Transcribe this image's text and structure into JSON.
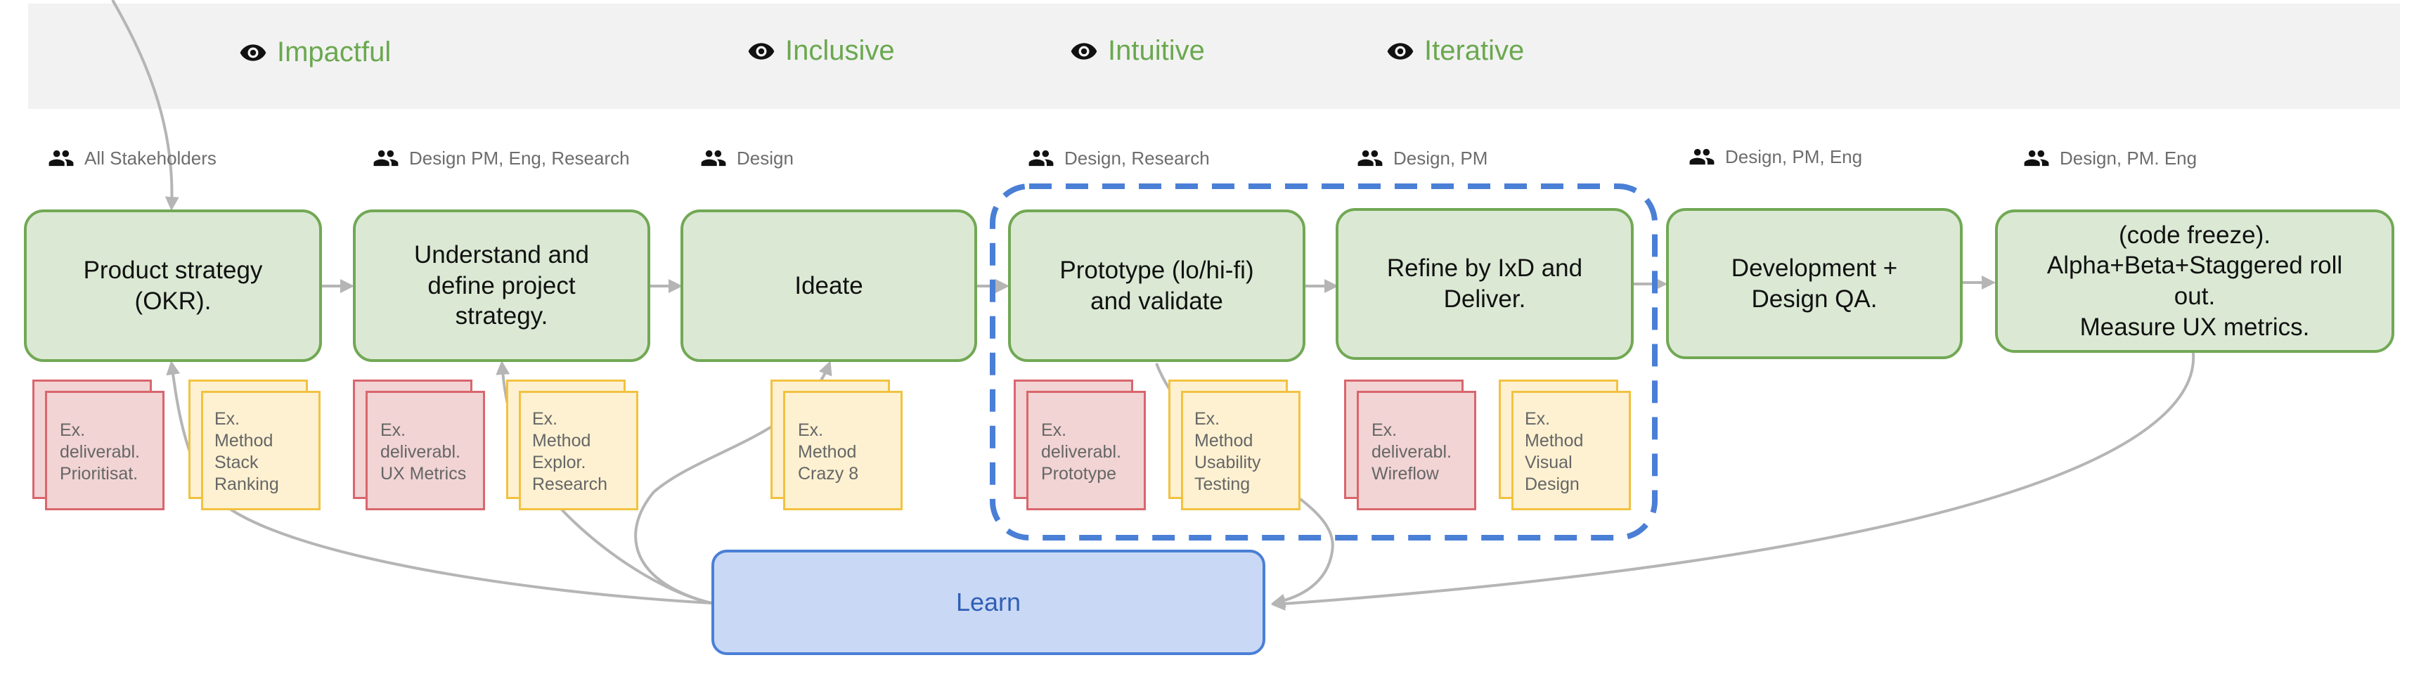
{
  "principles": [
    {
      "label": "Impactful",
      "icon": "eye-icon"
    },
    {
      "label": "Inclusive",
      "icon": "eye-icon"
    },
    {
      "label": "Intuitive",
      "icon": "eye-icon"
    },
    {
      "label": "Iterative",
      "icon": "eye-icon"
    }
  ],
  "roles": [
    {
      "label": "All Stakeholders",
      "icon": "people-icon"
    },
    {
      "label": "Design PM, Eng, Research",
      "icon": "people-icon"
    },
    {
      "label": "Design",
      "icon": "people-icon"
    },
    {
      "label": "Design, Research",
      "icon": "people-icon"
    },
    {
      "label": "Design, PM",
      "icon": "people-icon"
    },
    {
      "label": "Design, PM, Eng",
      "icon": "people-icon"
    },
    {
      "label": "Design, PM. Eng",
      "icon": "people-icon"
    }
  ],
  "steps": [
    {
      "lines": [
        "Product strategy",
        "(OKR)."
      ]
    },
    {
      "lines": [
        "Understand and",
        "define project",
        "strategy."
      ]
    },
    {
      "lines": [
        "Ideate"
      ]
    },
    {
      "lines": [
        "Prototype (lo/hi-fi)",
        "and validate"
      ]
    },
    {
      "lines": [
        "Refine by IxD and",
        "Deliver."
      ]
    },
    {
      "lines": [
        "Development +",
        "Design QA."
      ]
    },
    {
      "lines": [
        "(code freeze).",
        "Alpha+Beta+Staggered roll",
        "out.",
        "Measure UX metrics."
      ]
    }
  ],
  "notes": [
    {
      "kind": "deliverable",
      "lines": [
        "Ex.",
        "deliverabl.",
        "Prioritisat."
      ]
    },
    {
      "kind": "method",
      "lines": [
        "Ex.",
        "Method",
        "Stack",
        "Ranking"
      ]
    },
    {
      "kind": "deliverable",
      "lines": [
        "Ex.",
        "deliverabl.",
        "UX Metrics"
      ]
    },
    {
      "kind": "method",
      "lines": [
        "Ex.",
        "Method",
        "Explor.",
        "Research"
      ]
    },
    {
      "kind": "method",
      "lines": [
        "Ex.",
        "Method",
        "Crazy 8"
      ]
    },
    {
      "kind": "deliverable",
      "lines": [
        "Ex.",
        "deliverabl.",
        "Prototype"
      ]
    },
    {
      "kind": "method",
      "lines": [
        "Ex.",
        "Method",
        "Usability",
        "Testing"
      ]
    },
    {
      "kind": "deliverable",
      "lines": [
        "Ex.",
        "deliverabl.",
        "Wireflow"
      ]
    },
    {
      "kind": "method",
      "lines": [
        "Ex.",
        "Method",
        "Visual",
        "Design"
      ]
    }
  ],
  "learn": {
    "label": "Learn"
  },
  "colors": {
    "principle_text": "#6aa84f",
    "step_fill": "#dbe9d4",
    "step_border": "#72a855",
    "deliverable_fill": "#f2d4d4",
    "deliverable_border": "#d9666d",
    "method_fill": "#fdf1d2",
    "method_border": "#f2c23f",
    "learn_fill": "#c9d8f5",
    "learn_border": "#4a7fd6",
    "highlight_border": "#4a7fd6",
    "connector": "#b5b5b5"
  }
}
